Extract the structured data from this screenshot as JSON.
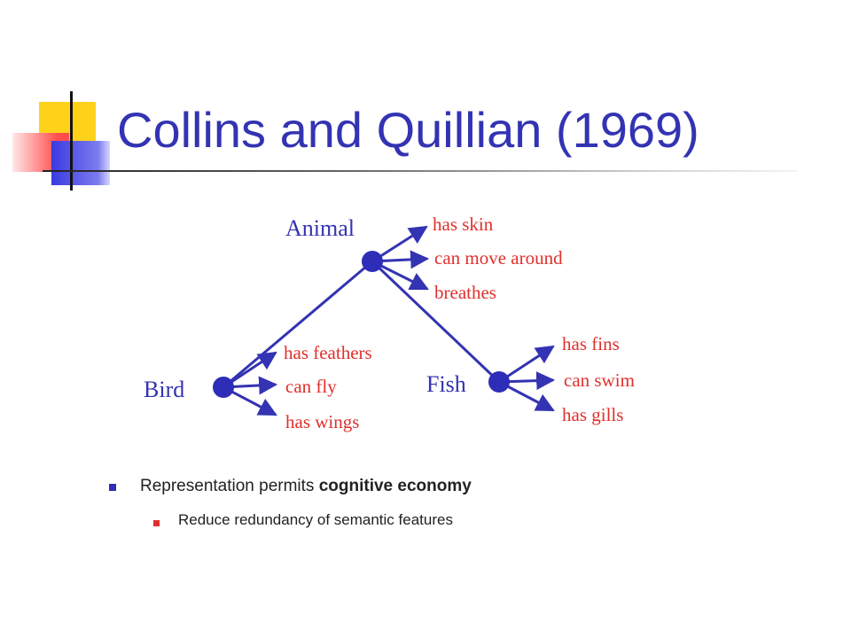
{
  "slide": {
    "title": "Collins and Quillian (1969)"
  },
  "diagram": {
    "nodes": {
      "animal": {
        "label": "Animal",
        "features": [
          "has skin",
          "can move around",
          "breathes"
        ]
      },
      "bird": {
        "label": "Bird",
        "features": [
          "has feathers",
          "can fly",
          "has wings"
        ]
      },
      "fish": {
        "label": "Fish",
        "features": [
          "has fins",
          "can swim",
          "has gills"
        ]
      }
    },
    "colors": {
      "node": "#2d2db8",
      "edge": "#3333b3",
      "label": "#3333b3",
      "feature": "#e0302d"
    }
  },
  "bullets": {
    "main_prefix": "Representation permits ",
    "main_emphasis": "cognitive economy",
    "sub": "Reduce redundancy of semantic features"
  }
}
